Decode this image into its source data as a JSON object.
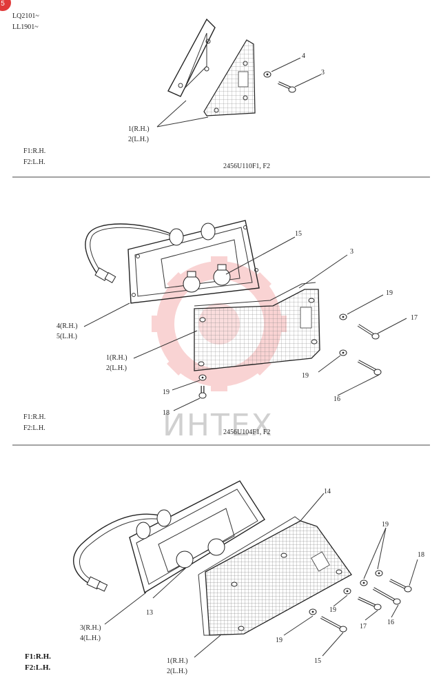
{
  "page_badge": "5",
  "serial": {
    "line1": "LQ2101~",
    "line2": "LL1901~"
  },
  "watermark": "ИНТЕХ",
  "panels": [
    {
      "legend": {
        "f1": "F1:R.H.",
        "f2": "F2:L.H."
      },
      "figure_code": "2456U110F1, F2",
      "callouts": {
        "c4": "4",
        "c3": "3",
        "c1": "1(R.H.)",
        "c2": "2(L.H.)"
      }
    },
    {
      "legend": {
        "f1": "F1:R.H.",
        "f2": "F2:L.H."
      },
      "figure_code": "2456U104F1, F2",
      "callouts": {
        "c15": "15",
        "c3": "3",
        "c19a": "19",
        "c17": "17",
        "c4": "4(R.H.)",
        "c5": "5(L.H.)",
        "c1": "1(R.H.)",
        "c2": "2(L.H.)",
        "c19b": "19",
        "c16": "16",
        "c19c": "19",
        "c18": "18"
      }
    },
    {
      "legend": {
        "f1": "F1:R.H.",
        "f2": "F2:L.H."
      },
      "callouts": {
        "c14": "14",
        "c19a": "19",
        "c18": "18",
        "c13": "13",
        "c19b": "19",
        "c16": "16",
        "c17": "17",
        "c3": "3(R.H.)",
        "c4": "4(L.H.)",
        "c19c": "19",
        "c15": "15",
        "c1": "1(R.H.)",
        "c2": "2(L.H.)"
      }
    }
  ]
}
